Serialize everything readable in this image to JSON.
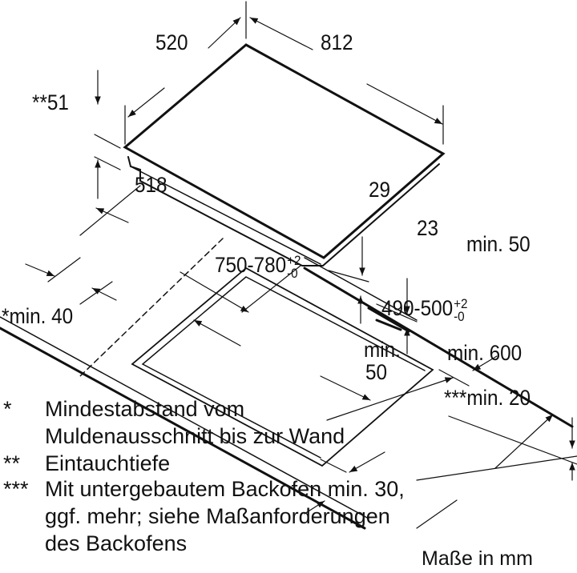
{
  "dimensions": {
    "width": "520",
    "length": "812",
    "immersion_depth": "**51",
    "depth_518": "518",
    "height_29": "29",
    "height_23": "23",
    "cutout_length": "750-780",
    "cutout_length_tol_plus": "+2",
    "cutout_length_tol_minus": "-0",
    "cutout_depth": "490-500",
    "cutout_depth_tol_plus": "+2",
    "cutout_depth_tol_minus": "-0",
    "min_50_right": "min. 50",
    "min_40_wall": "*min. 40",
    "min_50_front_1": "min.",
    "min_50_front_2": "50",
    "min_600": "min. 600",
    "min_20": "***min. 20"
  },
  "notes": [
    {
      "marker": "*",
      "lines": [
        "Mindestabstand vom",
        "Muldenausschnitt bis zur Wand"
      ]
    },
    {
      "marker": "**",
      "lines": [
        "Eintauchtiefe"
      ]
    },
    {
      "marker": "***",
      "lines": [
        "Mit untergebautem Backofen min. 30,",
        "ggf. mehr; siehe Maßanforderungen",
        "des Backofens"
      ]
    }
  ],
  "units": "Maße in mm"
}
